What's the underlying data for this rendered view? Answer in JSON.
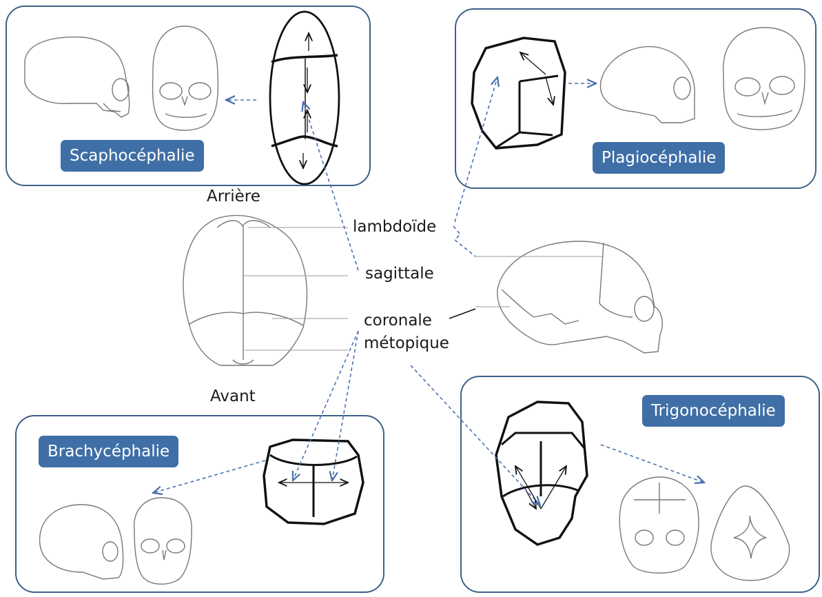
{
  "labels": {
    "back": "Arrière",
    "front": "Avant",
    "lambdoid": "lambdoïde",
    "sagittal": "sagittale",
    "coronal": "coronale",
    "metopic": "métopique"
  },
  "conditions": {
    "scaphocephaly": "Scaphocéphalie",
    "plagiocephaly": "Plagiocéphalie",
    "brachycephaly": "Brachycéphalie",
    "trigonocephaly": "Trigonocéphalie"
  },
  "colors": {
    "panel_border": "#3e5f8a",
    "tag_fill": "#3f6fa6",
    "arrow": "#4a72b0",
    "sketch": "#777777"
  }
}
